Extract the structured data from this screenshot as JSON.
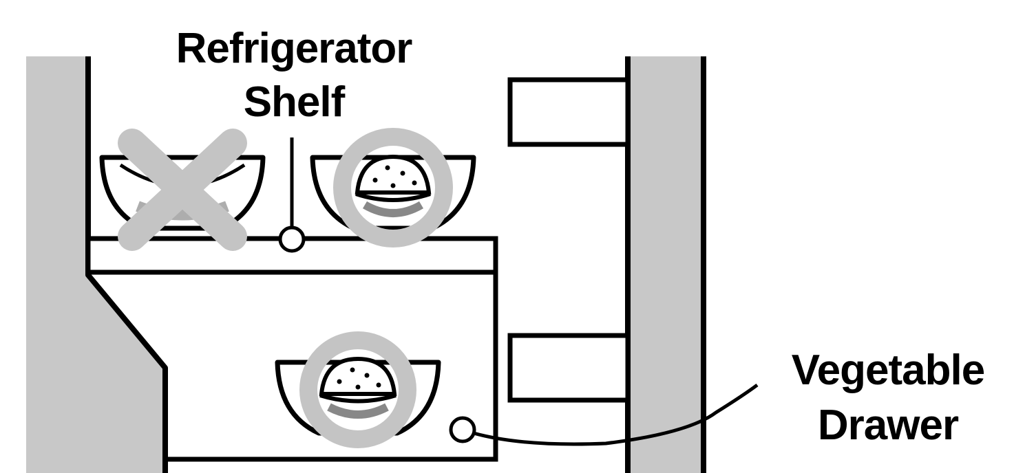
{
  "labels": {
    "shelf": {
      "line1": "Refrigerator",
      "line2": "Shelf"
    },
    "drawer": {
      "line1": "Vegetable",
      "line2": "Drawer"
    }
  },
  "icons": {
    "incorrect_mark": "x-mark-icon",
    "correct_mark": "circle-mark-icon",
    "bowl": "bowl-icon",
    "food": "covered-food-icon"
  },
  "colors": {
    "outline": "#000000",
    "wall_fill": "#c8c8c8",
    "mark_gray": "#c4c4c4",
    "background": "#ffffff"
  }
}
